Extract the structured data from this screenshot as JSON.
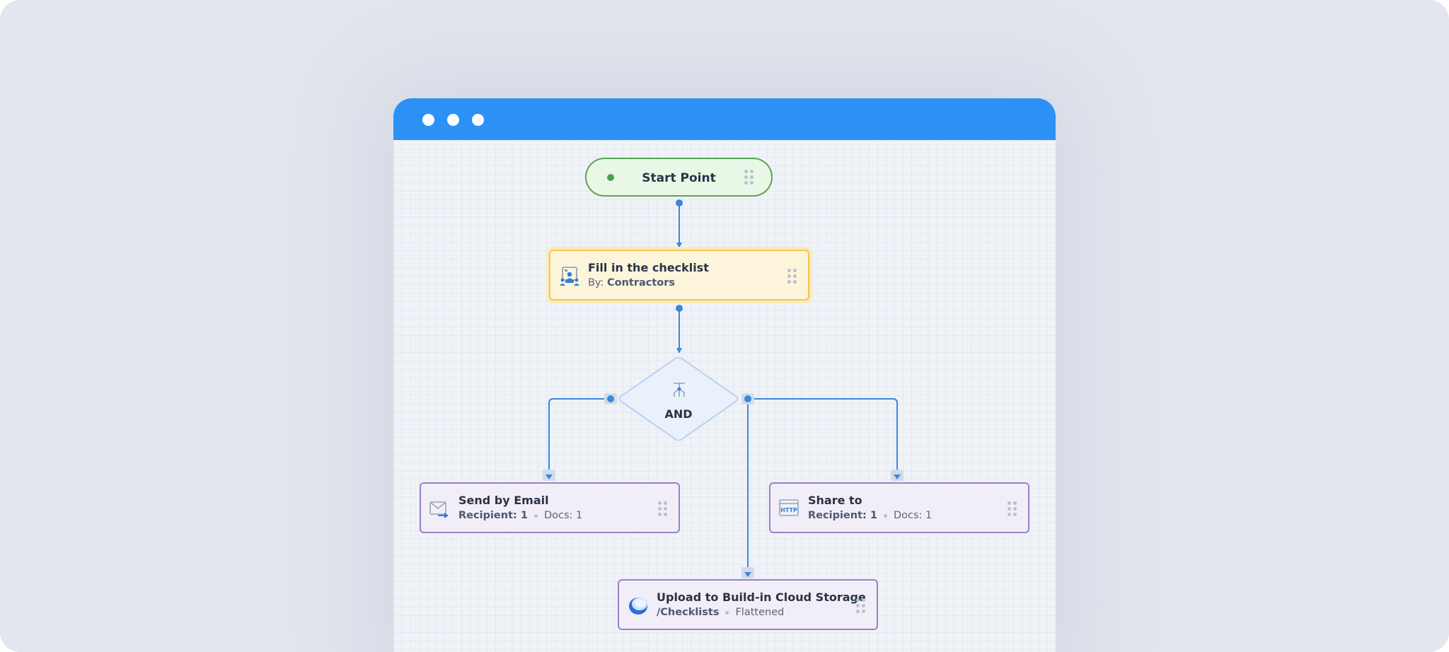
{
  "window": {
    "titlebar_color": "#2b91f5",
    "traffic_dots": [
      "dot",
      "dot",
      "dot"
    ]
  },
  "flow": {
    "start": {
      "label": "Start Point"
    },
    "fill_checklist": {
      "title": "Fill in the checklist",
      "by_label": "By:",
      "by_value": "Contractors",
      "icon": "people-checklist-icon"
    },
    "gateway": {
      "label": "AND",
      "icon": "branch-split-icon"
    },
    "send_email": {
      "title": "Send by Email",
      "recipient": "Recipient: 1",
      "docs": "Docs: 1",
      "icon": "envelope-send-icon"
    },
    "share_to": {
      "title": "Share to",
      "recipient": "Recipient: 1",
      "docs": "Docs: 1",
      "icon": "http-window-icon",
      "icon_text": "HTTP"
    },
    "upload": {
      "title": "Upload to Build-in Cloud Storage",
      "path": "/Checklists",
      "mode": "Flattened",
      "icon": "cloud-storage-icon"
    }
  },
  "colors": {
    "edge": "#3b86e0",
    "start_border": "#5aa552",
    "fill_border": "#f2c74e",
    "task_border": "#9a80c9"
  }
}
